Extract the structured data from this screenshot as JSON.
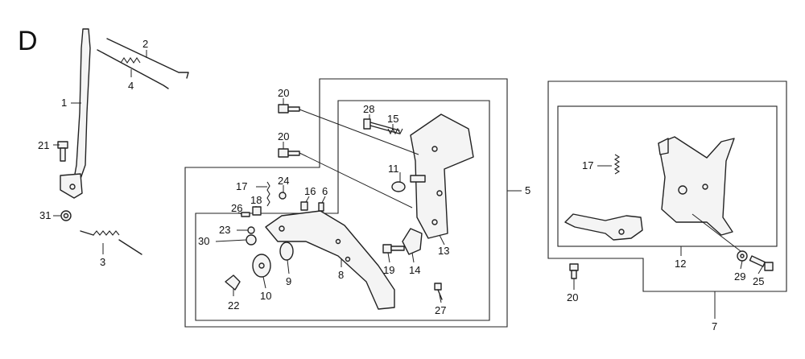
{
  "section_letter": "D",
  "callouts": {
    "c1": "1",
    "c2": "2",
    "c3": "3",
    "c4": "4",
    "c21": "21",
    "c31": "31",
    "c20a": "20",
    "c20b": "20",
    "c20c": "20",
    "c28": "28",
    "c15": "15",
    "c11": "11",
    "c17a": "17",
    "c24": "24",
    "c16": "16",
    "c6": "6",
    "c26": "26",
    "c18": "18",
    "c23": "23",
    "c30": "30",
    "c22": "22",
    "c10": "10",
    "c9": "9",
    "c8": "8",
    "c19": "19",
    "c14": "14",
    "c13": "13",
    "c27": "27",
    "c5": "5",
    "c17b": "17",
    "c12": "12",
    "c29": "29",
    "c25": "25",
    "c7": "7"
  }
}
